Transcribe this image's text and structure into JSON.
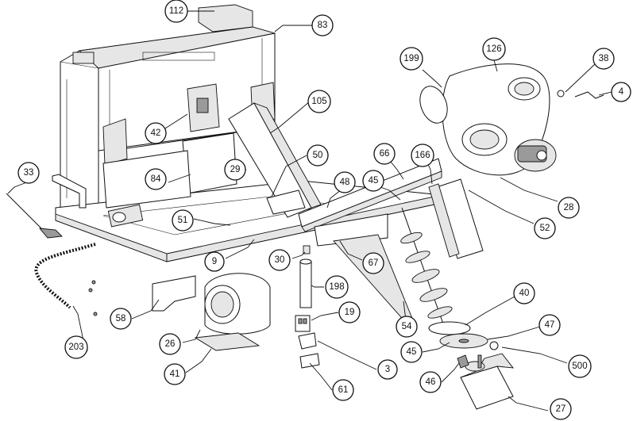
{
  "callouts": [
    {
      "id": "c112",
      "label": "112"
    },
    {
      "id": "c83",
      "label": "83"
    },
    {
      "id": "c199",
      "label": "199"
    },
    {
      "id": "c126",
      "label": "126"
    },
    {
      "id": "c38",
      "label": "38"
    },
    {
      "id": "c4",
      "label": "4"
    },
    {
      "id": "c105",
      "label": "105"
    },
    {
      "id": "c42",
      "label": "42"
    },
    {
      "id": "c50",
      "label": "50"
    },
    {
      "id": "c66",
      "label": "66"
    },
    {
      "id": "c166",
      "label": "166"
    },
    {
      "id": "c33",
      "label": "33"
    },
    {
      "id": "c84",
      "label": "84"
    },
    {
      "id": "c29",
      "label": "29"
    },
    {
      "id": "c48",
      "label": "48"
    },
    {
      "id": "c45a",
      "label": "45"
    },
    {
      "id": "c28",
      "label": "28"
    },
    {
      "id": "c52",
      "label": "52"
    },
    {
      "id": "c51",
      "label": "51"
    },
    {
      "id": "c9",
      "label": "9"
    },
    {
      "id": "c30",
      "label": "30"
    },
    {
      "id": "c67",
      "label": "67"
    },
    {
      "id": "c198",
      "label": "198"
    },
    {
      "id": "c58",
      "label": "58"
    },
    {
      "id": "c40",
      "label": "40"
    },
    {
      "id": "c19",
      "label": "19"
    },
    {
      "id": "c54",
      "label": "54"
    },
    {
      "id": "c47",
      "label": "47"
    },
    {
      "id": "c26",
      "label": "26"
    },
    {
      "id": "c203",
      "label": "203"
    },
    {
      "id": "c45b",
      "label": "45"
    },
    {
      "id": "c500",
      "label": "500"
    },
    {
      "id": "c3",
      "label": "3"
    },
    {
      "id": "c41",
      "label": "41"
    },
    {
      "id": "c46",
      "label": "46"
    },
    {
      "id": "c61",
      "label": "61"
    },
    {
      "id": "c27",
      "label": "27"
    }
  ]
}
